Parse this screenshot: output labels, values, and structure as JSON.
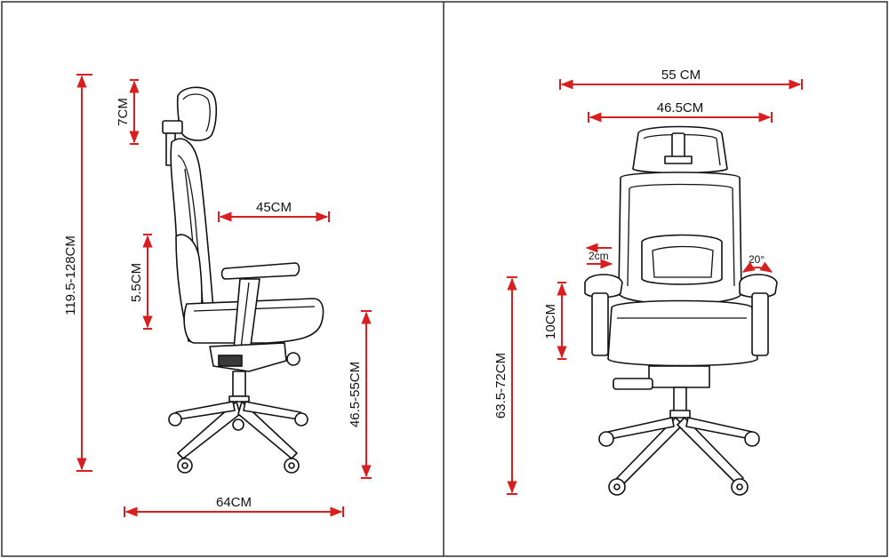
{
  "side_view": {
    "height_total": "119.5-128CM",
    "headrest_adjust": "7CM",
    "lumbar_adjust": "5.5CM",
    "seat_depth": "45CM",
    "seat_height": "46.5-55CM",
    "base_width": "64CM"
  },
  "front_view": {
    "overall_width": "55 CM",
    "seat_width": "46.5CM",
    "armrest_slide": "2cm",
    "armrest_rotate": "20°",
    "armrest_height": "10CM",
    "armrest_floor_height": "63.5-72CM"
  },
  "colors": {
    "dimension_line": "#d81e1e",
    "outline": "#111111",
    "background": "#ffffff"
  }
}
